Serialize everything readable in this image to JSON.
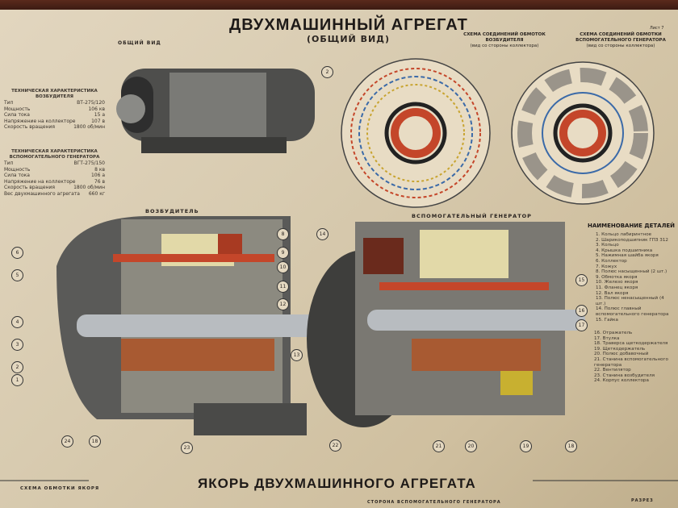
{
  "poster": {
    "title": "ДВУХМАШИННЫЙ АГРЕГАТ",
    "subtitle": "(ОБЩИЙ ВИД)",
    "sheet_label": "Лист 7",
    "general_view_label": "ОБЩИЙ ВИД",
    "scheme_exciter": {
      "title": "СХЕМА СОЕДИНЕНИЙ ОБМОТОК ВОЗБУДИТЕЛЯ",
      "note": "(вид со стороны коллектора)"
    },
    "scheme_generator": {
      "title": "СХЕМА СОЕДИНЕНИЙ ОБМОТКИ ВСПОМОГАТЕЛЬНОГО ГЕНЕРАТОРА",
      "note": "(вид со стороны коллектора)"
    },
    "exciter_label": "ВОЗБУДИТЕЛЬ",
    "aux_generator_label": "ВСПОМОГАТЕЛЬНЫЙ ГЕНЕРАТОР",
    "exciter_specs": {
      "title": "ТЕХНИЧЕСКАЯ ХАРАКТЕРИСТИКА ВОЗБУДИТЕЛЯ",
      "rows": [
        {
          "k": "Тип",
          "v": "ВТ-275/120"
        },
        {
          "k": "Мощность",
          "v": "106 кв"
        },
        {
          "k": "Сила тока",
          "v": "15 а"
        },
        {
          "k": "Напряжение на коллекторе",
          "v": "107 в"
        },
        {
          "k": "Скорость вращения",
          "v": "1800 об/мин"
        }
      ]
    },
    "generator_specs": {
      "title": "ТЕХНИЧЕСКАЯ ХАРАКТЕРИСТИКА ВСПОМОГАТЕЛЬНОГО ГЕНЕРАТОРА",
      "rows": [
        {
          "k": "Тип",
          "v": "ВГТ-275/150"
        },
        {
          "k": "Мощность",
          "v": "8 кв"
        },
        {
          "k": "Сила тока",
          "v": "106 а"
        },
        {
          "k": "Напряжение на коллекторе",
          "v": "76 в"
        },
        {
          "k": "Скорость вращения",
          "v": "1800 об/мин"
        },
        {
          "k": "Вес двухмашинного агрегата",
          "v": "660 кг"
        }
      ]
    },
    "parts_list": {
      "title": "НАИМЕНОВАНИЕ ДЕТАЛЕЙ",
      "items": [
        "1. Кольцо лабиринтное",
        "2. Шарикоподшипник ГПЗ 312",
        "3. Кольцо",
        "4. Крышка подшипника",
        "5. Нажимная шайба якоря",
        "6. Коллектор",
        "7. Кожух",
        "8. Полюс насыщенный (2 шт.)",
        "9. Обмотка якоря",
        "10. Железо якоря",
        "11. Фланец якоря",
        "12. Вал якоря",
        "13. Полюс ненасыщенный (4 шт.)",
        "14. Полюс главный вспомогательного генератора",
        "15. Гайка",
        "16. Отражатель",
        "17. Втулка",
        "18. Траверса щеткодержателя",
        "19. Щеткодержатель",
        "20. Полюс добавочный",
        "21. Станина вспомогательного генератора",
        "22. Вентилятор",
        "23. Станина возбудителя",
        "24. Корпус коллектора"
      ]
    },
    "bottom_title": "ЯКОРЬ ДВУХМАШИННОГО АГРЕГАТА",
    "armature_scheme_label": "СХЕМА ОБМОТКИ ЯКОРЯ",
    "aux_side_label": "СТОРОНА ВСПОМОГАТЕЛЬНОГО ГЕНЕРАТОРА",
    "section_label": "РАЗРЕЗ",
    "callouts_exciter": [
      "6",
      "5",
      "4",
      "3",
      "2",
      "1",
      "24",
      "18",
      "23",
      "8",
      "9",
      "10",
      "11",
      "12",
      "13"
    ],
    "callouts_generator": [
      "14",
      "15",
      "16",
      "17",
      "22",
      "21",
      "20",
      "19",
      "18"
    ],
    "callout_top": "2",
    "colors": {
      "paper": "#d8cbb0",
      "frame": "#4a2218",
      "winding_red": "#c4462a",
      "steel": "#6d6d6a",
      "ink": "#1e1a18"
    }
  }
}
